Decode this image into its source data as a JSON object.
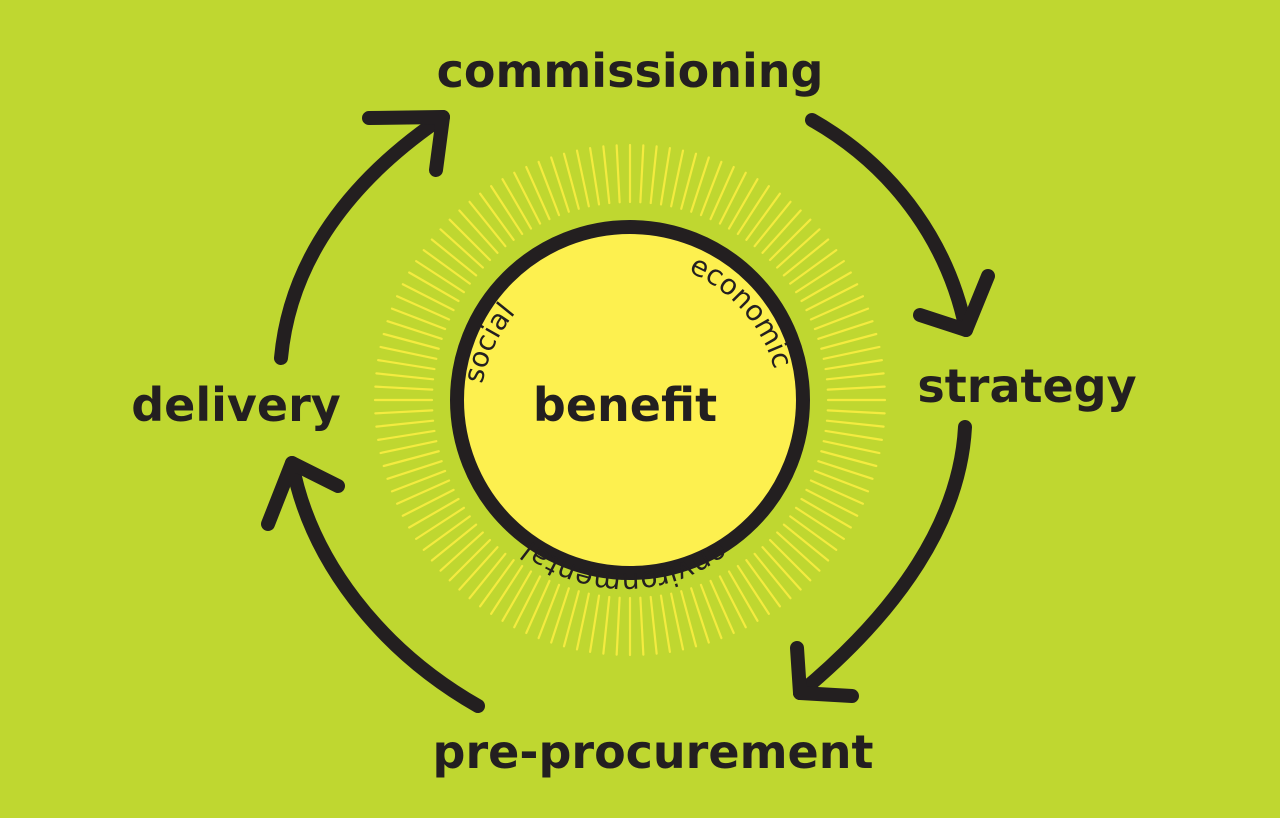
{
  "colors": {
    "background": "#bfd730",
    "sun": "#fdf04f",
    "rays": "#f4eb3f",
    "ink": "#231f20"
  },
  "cycle": {
    "top": "commissioning",
    "right": "strategy",
    "bottom": "pre-procurement",
    "left": "delivery",
    "direction": "clockwise"
  },
  "center": {
    "title": "benefit",
    "aspects": {
      "social": "social",
      "economic": "economic",
      "environmental": "environmental"
    }
  },
  "icons": {
    "arrows": [
      "arrow-commissioning-to-strategy",
      "arrow-strategy-to-pre-procurement",
      "arrow-pre-procurement-to-delivery",
      "arrow-delivery-to-commissioning"
    ],
    "rays": "sunburst-rays"
  }
}
